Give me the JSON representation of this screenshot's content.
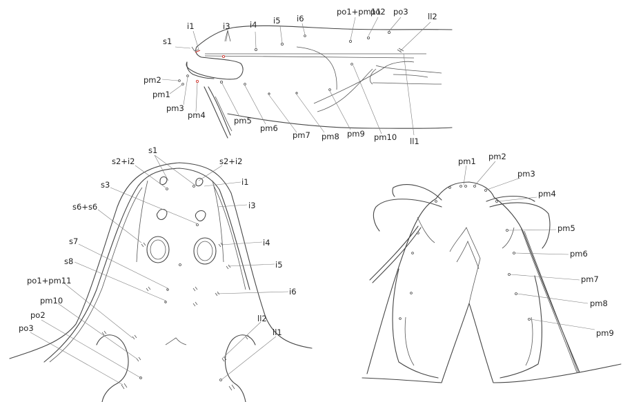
{
  "colors": {
    "line": "#444444",
    "leader": "#7a7a7a",
    "marker": "#d0342c",
    "background": "#ffffff"
  },
  "lateral_view": {
    "labels": {
      "i1": "i1",
      "i3": "i3",
      "i4": "i4",
      "i5": "i5",
      "i6": "i6",
      "po1_pm11": "po1+pm11",
      "po2": "po2",
      "po3": "po3",
      "ll2": "ll2",
      "ll1": "ll1",
      "s1": "s1",
      "pm2": "pm2",
      "pm1": "pm1",
      "pm3": "pm3",
      "pm4": "pm4",
      "pm5": "pm5",
      "pm6": "pm6",
      "pm7": "pm7",
      "pm8": "pm8",
      "pm9": "pm9",
      "pm10": "pm10"
    }
  },
  "dorsal_view": {
    "labels": {
      "s1": "s1",
      "s2_i2_left": "s2+i2",
      "s2_i2_right": "s2+i2",
      "i1": "i1",
      "s3": "s3",
      "i3": "i3",
      "s6_s6": "s6+s6",
      "i4": "i4",
      "s7": "s7",
      "i5": "i5",
      "s8": "s8",
      "i6": "i6",
      "po1_pm11": "po1+pm11",
      "pm10": "pm10",
      "po2": "po2",
      "po3": "po3",
      "ll2": "ll2",
      "ll1": "ll1"
    }
  },
  "ventral_view": {
    "labels": {
      "pm1": "pm1",
      "pm2": "pm2",
      "pm3": "pm3",
      "pm4": "pm4",
      "pm5": "pm5",
      "pm6": "pm6",
      "pm7": "pm7",
      "pm8": "pm8",
      "pm9": "pm9"
    }
  }
}
